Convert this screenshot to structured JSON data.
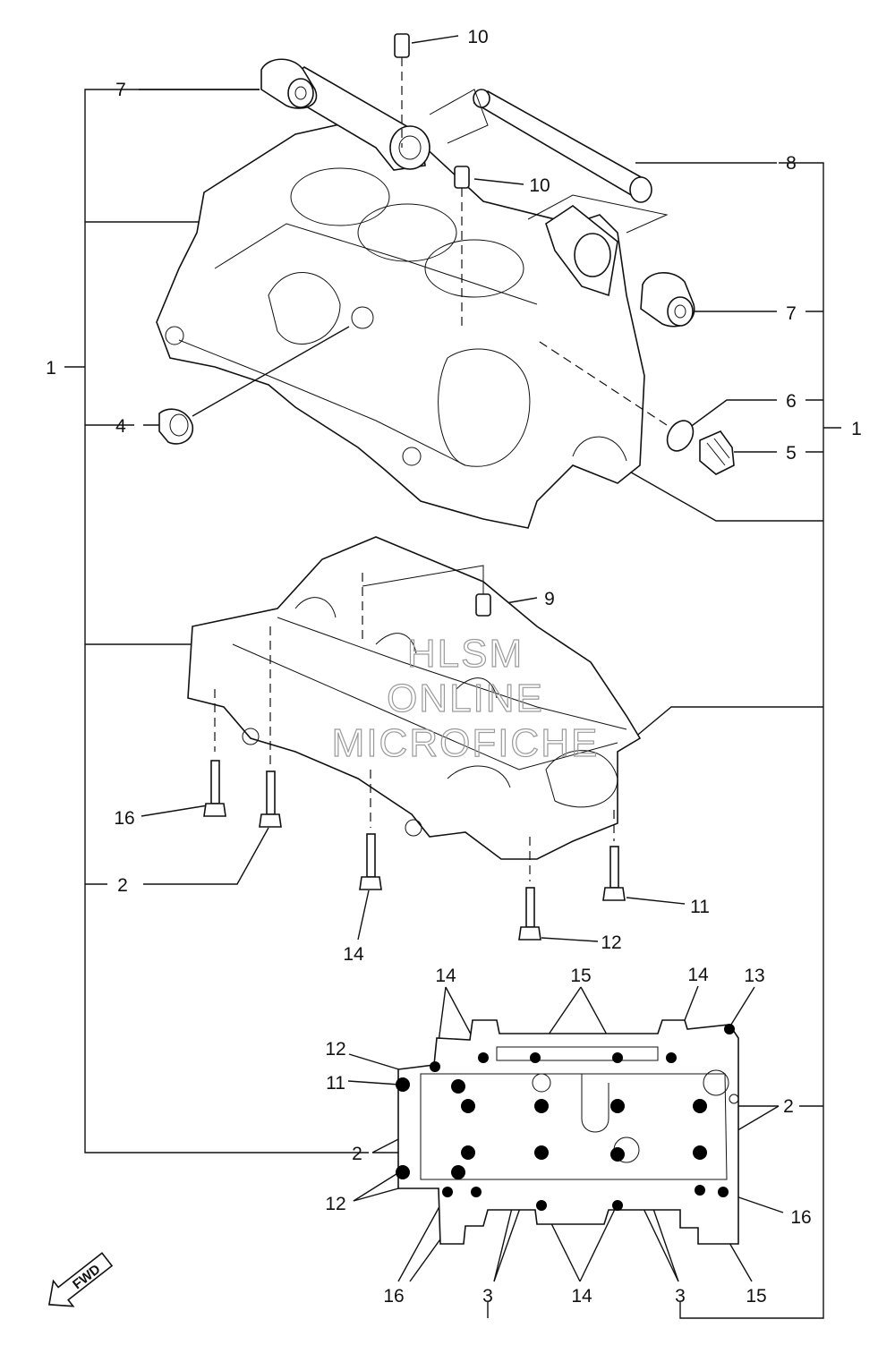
{
  "callouts": {
    "c1_left": "1",
    "c1_right": "1",
    "c2_bolt": "2",
    "c2_plan_left": "2",
    "c2_plan_right": "2",
    "c3_left": "3",
    "c3_right": "3",
    "c4": "4",
    "c5": "5",
    "c6": "6",
    "c7_left": "7",
    "c7_right": "7",
    "c8": "8",
    "c9": "9",
    "c10_top": "10",
    "c10_mid": "10",
    "c11_bolt": "11",
    "c11_plan": "11",
    "c12_bolt": "12",
    "c12_plan_top": "12",
    "c12_plan_bottom": "12",
    "c13": "13",
    "c14_bolt": "14",
    "c14_plan_left": "14",
    "c14_plan_right": "14",
    "c14_plan_bottom": "14",
    "c15_top": "15",
    "c15_bottom": "15",
    "c16_bolt": "16",
    "c16_plan_left": "16",
    "c16_plan_right": "16"
  },
  "watermark": {
    "line1": "HLSM",
    "line2": "ONLINE",
    "line3": "MICROFICHE"
  },
  "fwd_label": "FWD"
}
